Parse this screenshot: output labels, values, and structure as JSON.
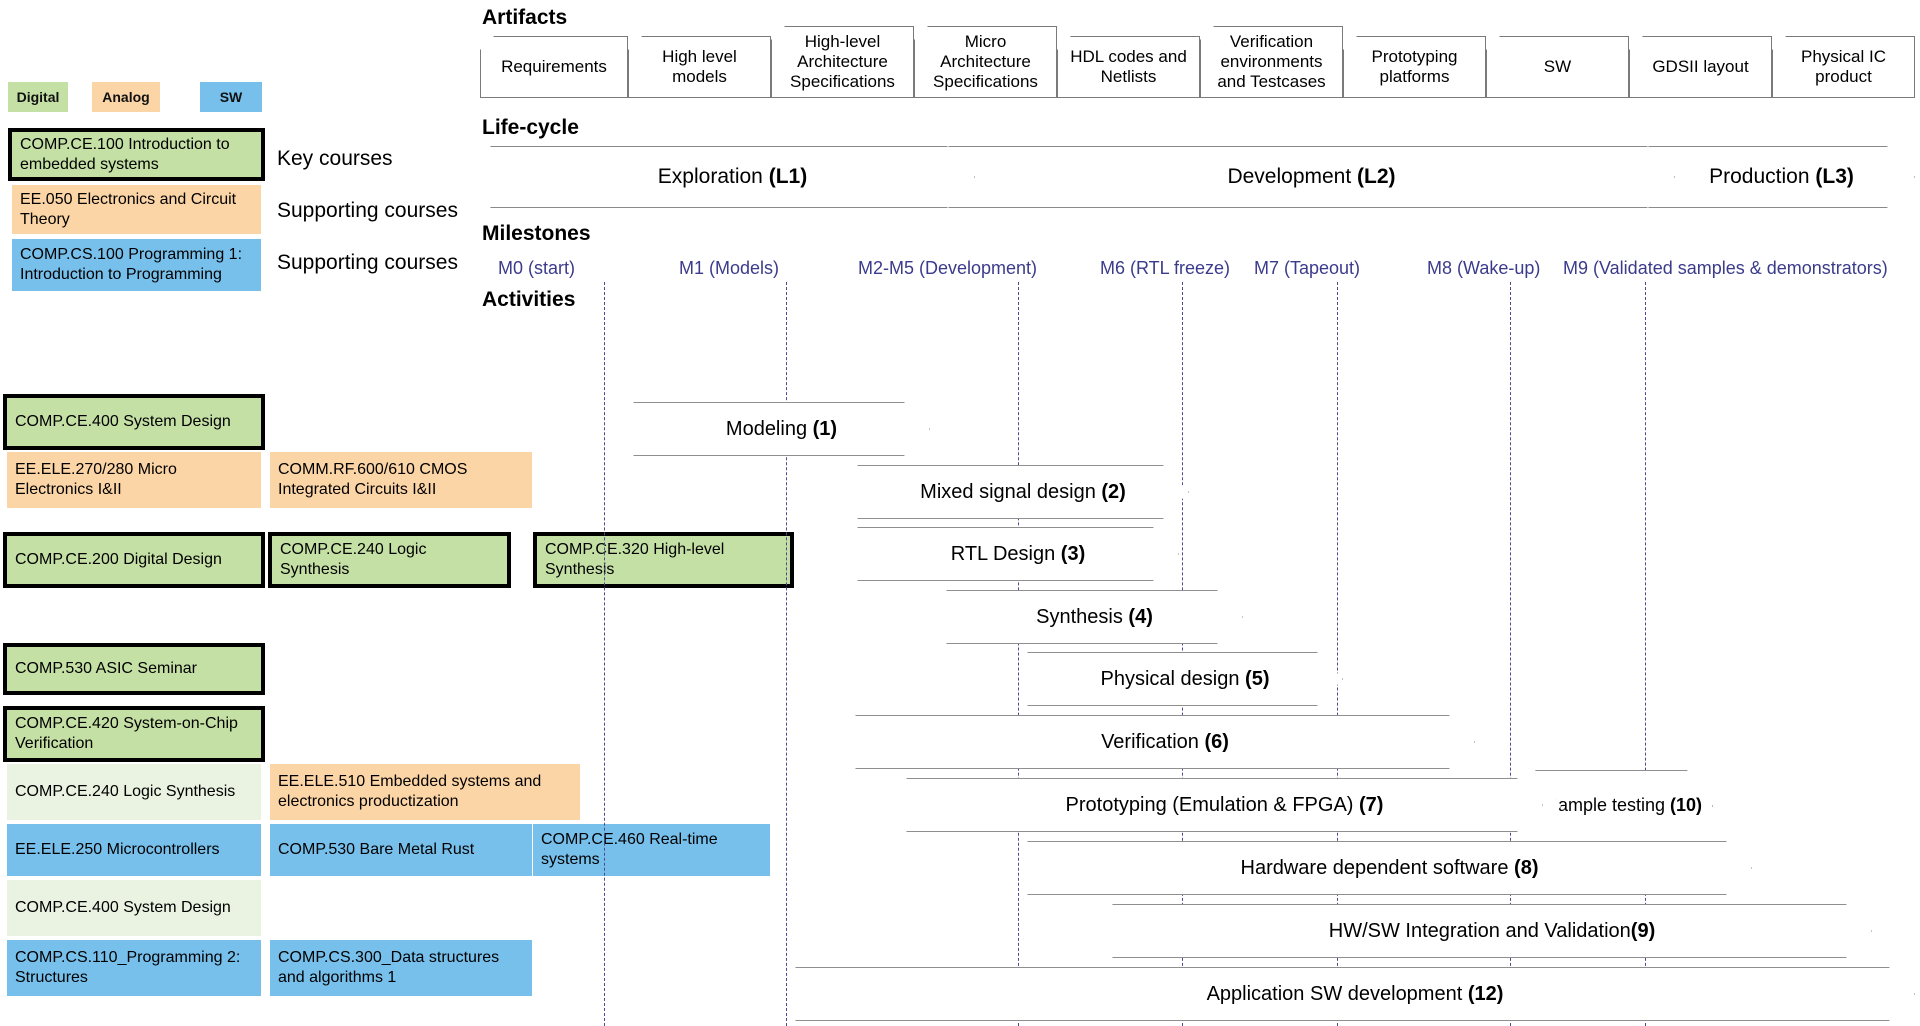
{
  "legend": {
    "chips": [
      {
        "label": "Digital",
        "color": "#c5e0a5"
      },
      {
        "label": "Analog",
        "color": "#fcd5a6"
      },
      {
        "label": "SW",
        "color": "#77c0ec"
      }
    ]
  },
  "headings": {
    "artifacts": "Artifacts",
    "lifecycle": "Life-cycle",
    "milestones": "Milestones",
    "activities": "Activities"
  },
  "side_labels": [
    {
      "text": "Key courses"
    },
    {
      "text": "Supporting courses"
    },
    {
      "text": "Supporting courses"
    }
  ],
  "intro_courses": [
    {
      "text": "COMP.CE.100 Introduction to embedded systems",
      "color": "#c5e0a5",
      "key": true
    },
    {
      "text": "EE.050 Electronics and Circuit Theory",
      "color": "#fcd5a6",
      "key": false
    },
    {
      "text": "COMP.CS.100 Programming 1: Introduction to Programming",
      "color": "#77c0ec",
      "key": false
    }
  ],
  "courses": [
    {
      "text": "COMP.CE.400 System Design",
      "color": "#c5e0a5",
      "key": true,
      "col": 0,
      "row": 0
    },
    {
      "text": "EE.ELE.270/280 Micro Electronics I&II",
      "color": "#fcd5a6",
      "key": false,
      "col": 0,
      "row": 1
    },
    {
      "text": "COMM.RF.600/610 CMOS Integrated Circuits I&II",
      "color": "#fcd5a6",
      "key": false,
      "col": 1,
      "row": 1
    },
    {
      "text": "COMP.CE.200 Digital Design",
      "color": "#c5e0a5",
      "key": true,
      "col": 0,
      "row": 2
    },
    {
      "text": "COMP.CE.240 Logic Synthesis",
      "color": "#c5e0a5",
      "key": true,
      "col": 1,
      "row": 2
    },
    {
      "text": "COMP.CE.320 High-level Synthesis",
      "color": "#c5e0a5",
      "key": true,
      "col": 2,
      "row": 2
    },
    {
      "text": "COMP.530 ASIC Seminar",
      "color": "#c5e0a5",
      "key": true,
      "col": 0,
      "row": 3
    },
    {
      "text": "COMP.CE.420 System-on-Chip Verification",
      "color": "#c5e0a5",
      "key": true,
      "col": 0,
      "row": 4
    },
    {
      "text": "COMP.CE.240 Logic Synthesis",
      "color": "#eaf3e1",
      "key": false,
      "col": 0,
      "row": 5
    },
    {
      "text": "EE.ELE.510 Embedded systems and electronics productization",
      "color": "#fcd5a6",
      "key": false,
      "col": 1,
      "row": 5
    },
    {
      "text": "EE.ELE.250 Microcontrollers",
      "color": "#77c0ec",
      "key": false,
      "col": 0,
      "row": 6
    },
    {
      "text": "COMP.530 Bare Metal Rust",
      "color": "#77c0ec",
      "key": false,
      "col": 1,
      "row": 6
    },
    {
      "text": "COMP.CE.460 Real-time systems",
      "color": "#77c0ec",
      "key": false,
      "col": 2,
      "row": 6
    },
    {
      "text": "COMP.CE.400 System Design",
      "color": "#eaf3e1",
      "key": false,
      "col": 0,
      "row": 7
    },
    {
      "text": "COMP.CS.110_Programming 2: Structures",
      "color": "#77c0ec",
      "key": false,
      "col": 0,
      "row": 8
    },
    {
      "text": "COMP.CS.300_Data structures and algorithms 1",
      "color": "#77c0ec",
      "key": false,
      "col": 1,
      "row": 8
    }
  ],
  "artifacts": [
    {
      "label": "Requirements"
    },
    {
      "label": "High level models"
    },
    {
      "label": "High-level Architecture Specifications"
    },
    {
      "label": "Micro Architecture Specifications"
    },
    {
      "label": "HDL codes and Netlists"
    },
    {
      "label": "Verification environments and Testcases"
    },
    {
      "label": "Prototyping platforms"
    },
    {
      "label": "SW"
    },
    {
      "label": "GDSII layout"
    },
    {
      "label": "Physical IC product"
    }
  ],
  "lifecycle": [
    {
      "name": "Exploration",
      "code": "(L1)"
    },
    {
      "name": "Development",
      "code": "(L2)"
    },
    {
      "name": "Production",
      "code": "(L3)"
    }
  ],
  "milestones": [
    {
      "label": "M0 (start)"
    },
    {
      "label": "M1 (Models)"
    },
    {
      "label": "M2-M5 (Development)"
    },
    {
      "label": "M6 (RTL freeze)"
    },
    {
      "label": "M7 (Tapeout)"
    },
    {
      "label": "M8 (Wake-up)"
    },
    {
      "label": "M9 (Validated samples & demonstrators)"
    }
  ],
  "activities": [
    {
      "label": "Modeling",
      "num": "(1)"
    },
    {
      "label": "Mixed signal design",
      "num": "(2)"
    },
    {
      "label": "RTL Design",
      "num": "(3)"
    },
    {
      "label": "Synthesis",
      "num": "(4)"
    },
    {
      "label": "Physical design",
      "num": "(5)"
    },
    {
      "label": "Verification",
      "num": "(6)"
    },
    {
      "label": "Prototyping (Emulation & FPGA)",
      "num": "(7)"
    },
    {
      "label": "Sample testing",
      "num": "(10)"
    },
    {
      "label": "Hardware dependent software",
      "num": "(8)"
    },
    {
      "label": "HW/SW Integration and Validation",
      "num": "(9)"
    },
    {
      "label": "Application SW development",
      "num": "(12)"
    }
  ],
  "colors": {
    "digital": "#c5e0a5",
    "analog": "#fcd5a6",
    "sw": "#77c0ec",
    "digital_pale": "#eaf3e1",
    "milestone_text": "#3b3b8c",
    "milestone_line": "#4b4b8f",
    "outline": "#8a8a8a"
  }
}
